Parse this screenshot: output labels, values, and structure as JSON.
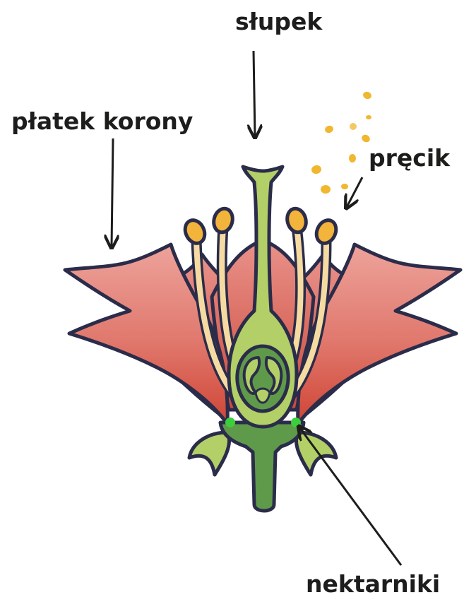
{
  "labels": {
    "pistil": "słupek",
    "petal": "płatek korony",
    "stamen": "pręcik",
    "nectaries": "nektarniki"
  },
  "colors": {
    "outline": "#2b2c4a",
    "petal": "#d4574b",
    "petal_light": "#e7928a",
    "pistil": "#b3cf67",
    "ovary_dark": "#5f9a4a",
    "stamen_filament": "#f5dba2",
    "anther": "#f2b43a",
    "pollen": "#f0b72f",
    "nectary": "#3ccf3c",
    "arrow": "#1d1d1b"
  }
}
